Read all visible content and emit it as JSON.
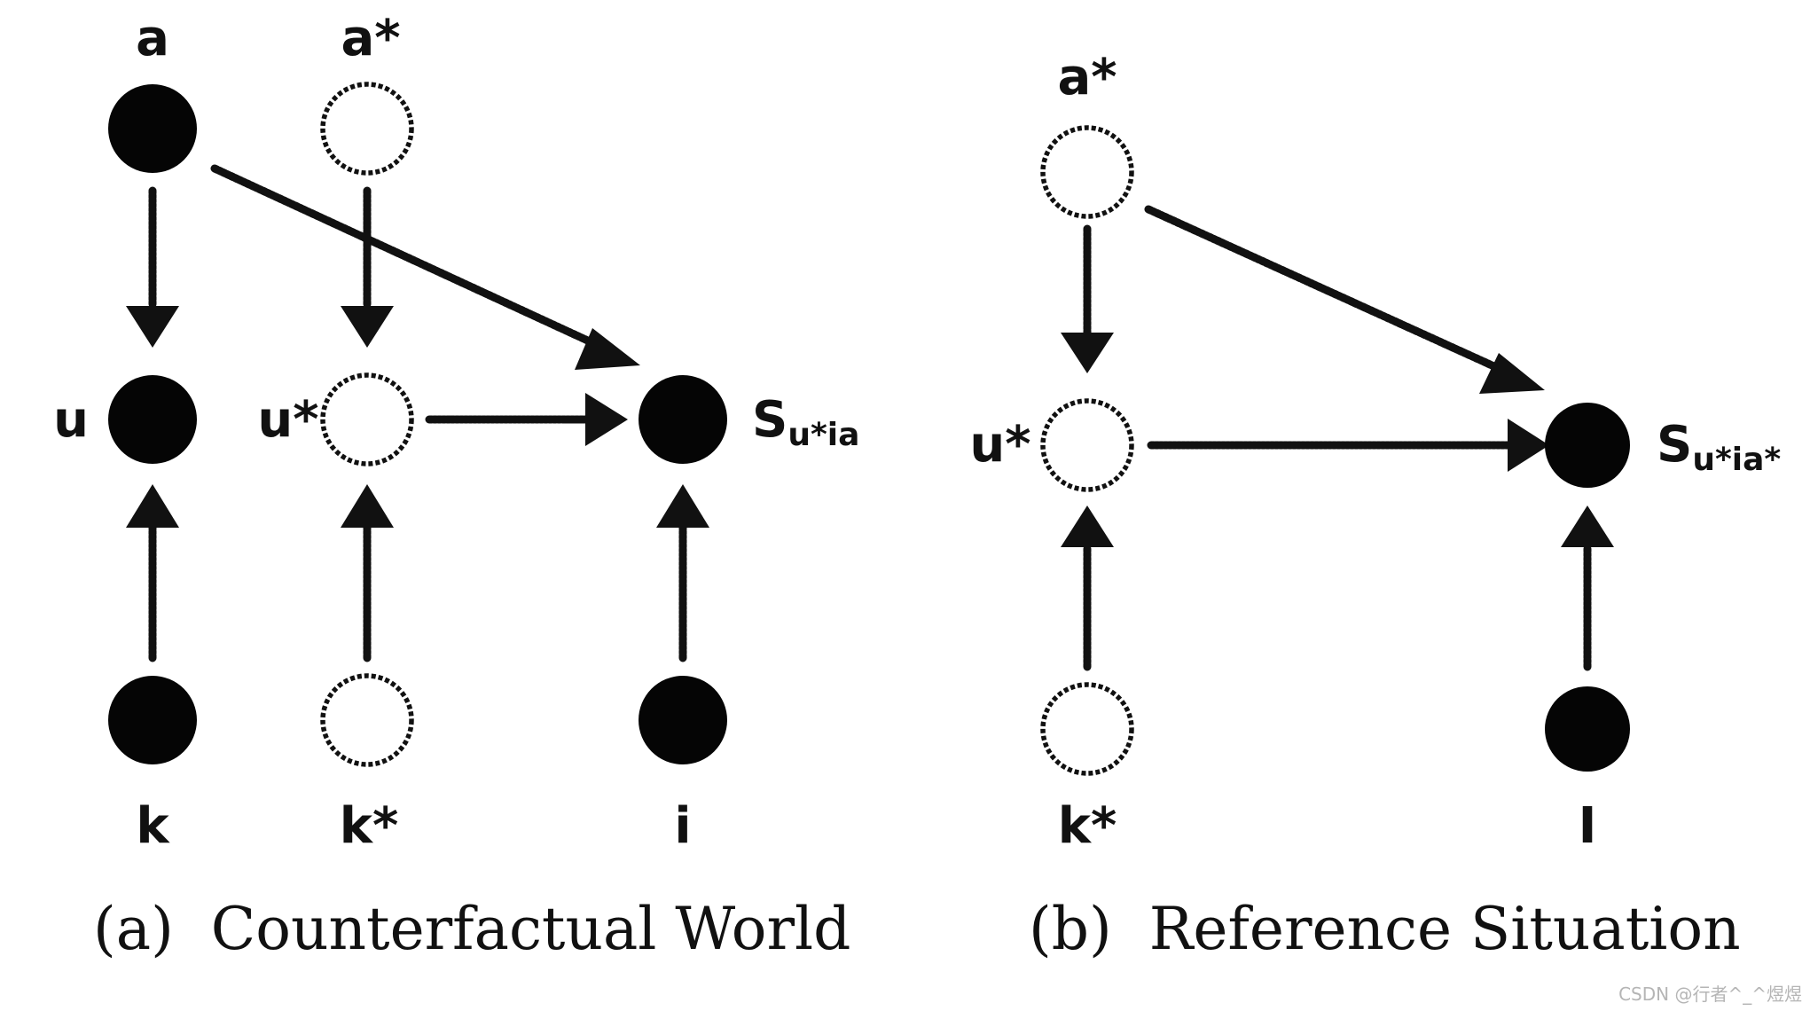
{
  "panel_a": {
    "caption": "(a)  Counterfactual World",
    "nodes": {
      "a": {
        "label": "a",
        "filled": true
      },
      "a_star": {
        "label": "a*",
        "filled": false
      },
      "u": {
        "label": "u",
        "filled": true
      },
      "u_star": {
        "label": "u*",
        "filled": false
      },
      "s": {
        "label": "S",
        "sub": "u*ia",
        "filled": true
      },
      "k": {
        "label": "k",
        "filled": true
      },
      "k_star": {
        "label": "k*",
        "filled": false
      },
      "i": {
        "label": "i",
        "filled": true
      }
    },
    "edges": [
      [
        "a",
        "u"
      ],
      [
        "a",
        "s"
      ],
      [
        "a*",
        "u*"
      ],
      [
        "u*",
        "s"
      ],
      [
        "k",
        "u"
      ],
      [
        "k*",
        "u*"
      ],
      [
        "i",
        "s"
      ]
    ]
  },
  "panel_b": {
    "caption": "(b)  Reference Situation",
    "nodes": {
      "a_star": {
        "label": "a*",
        "filled": false
      },
      "u_star": {
        "label": "u*",
        "filled": false
      },
      "s": {
        "label": "S",
        "sub": "u*ia*",
        "filled": true
      },
      "k_star": {
        "label": "k*",
        "filled": false
      },
      "i": {
        "label": "I",
        "filled": true
      }
    },
    "edges": [
      [
        "a*",
        "u*"
      ],
      [
        "a*",
        "s"
      ],
      [
        "u*",
        "s"
      ],
      [
        "k*",
        "u*"
      ],
      [
        "i",
        "s"
      ]
    ]
  },
  "watermark": "CSDN @行者^_^煜煜"
}
